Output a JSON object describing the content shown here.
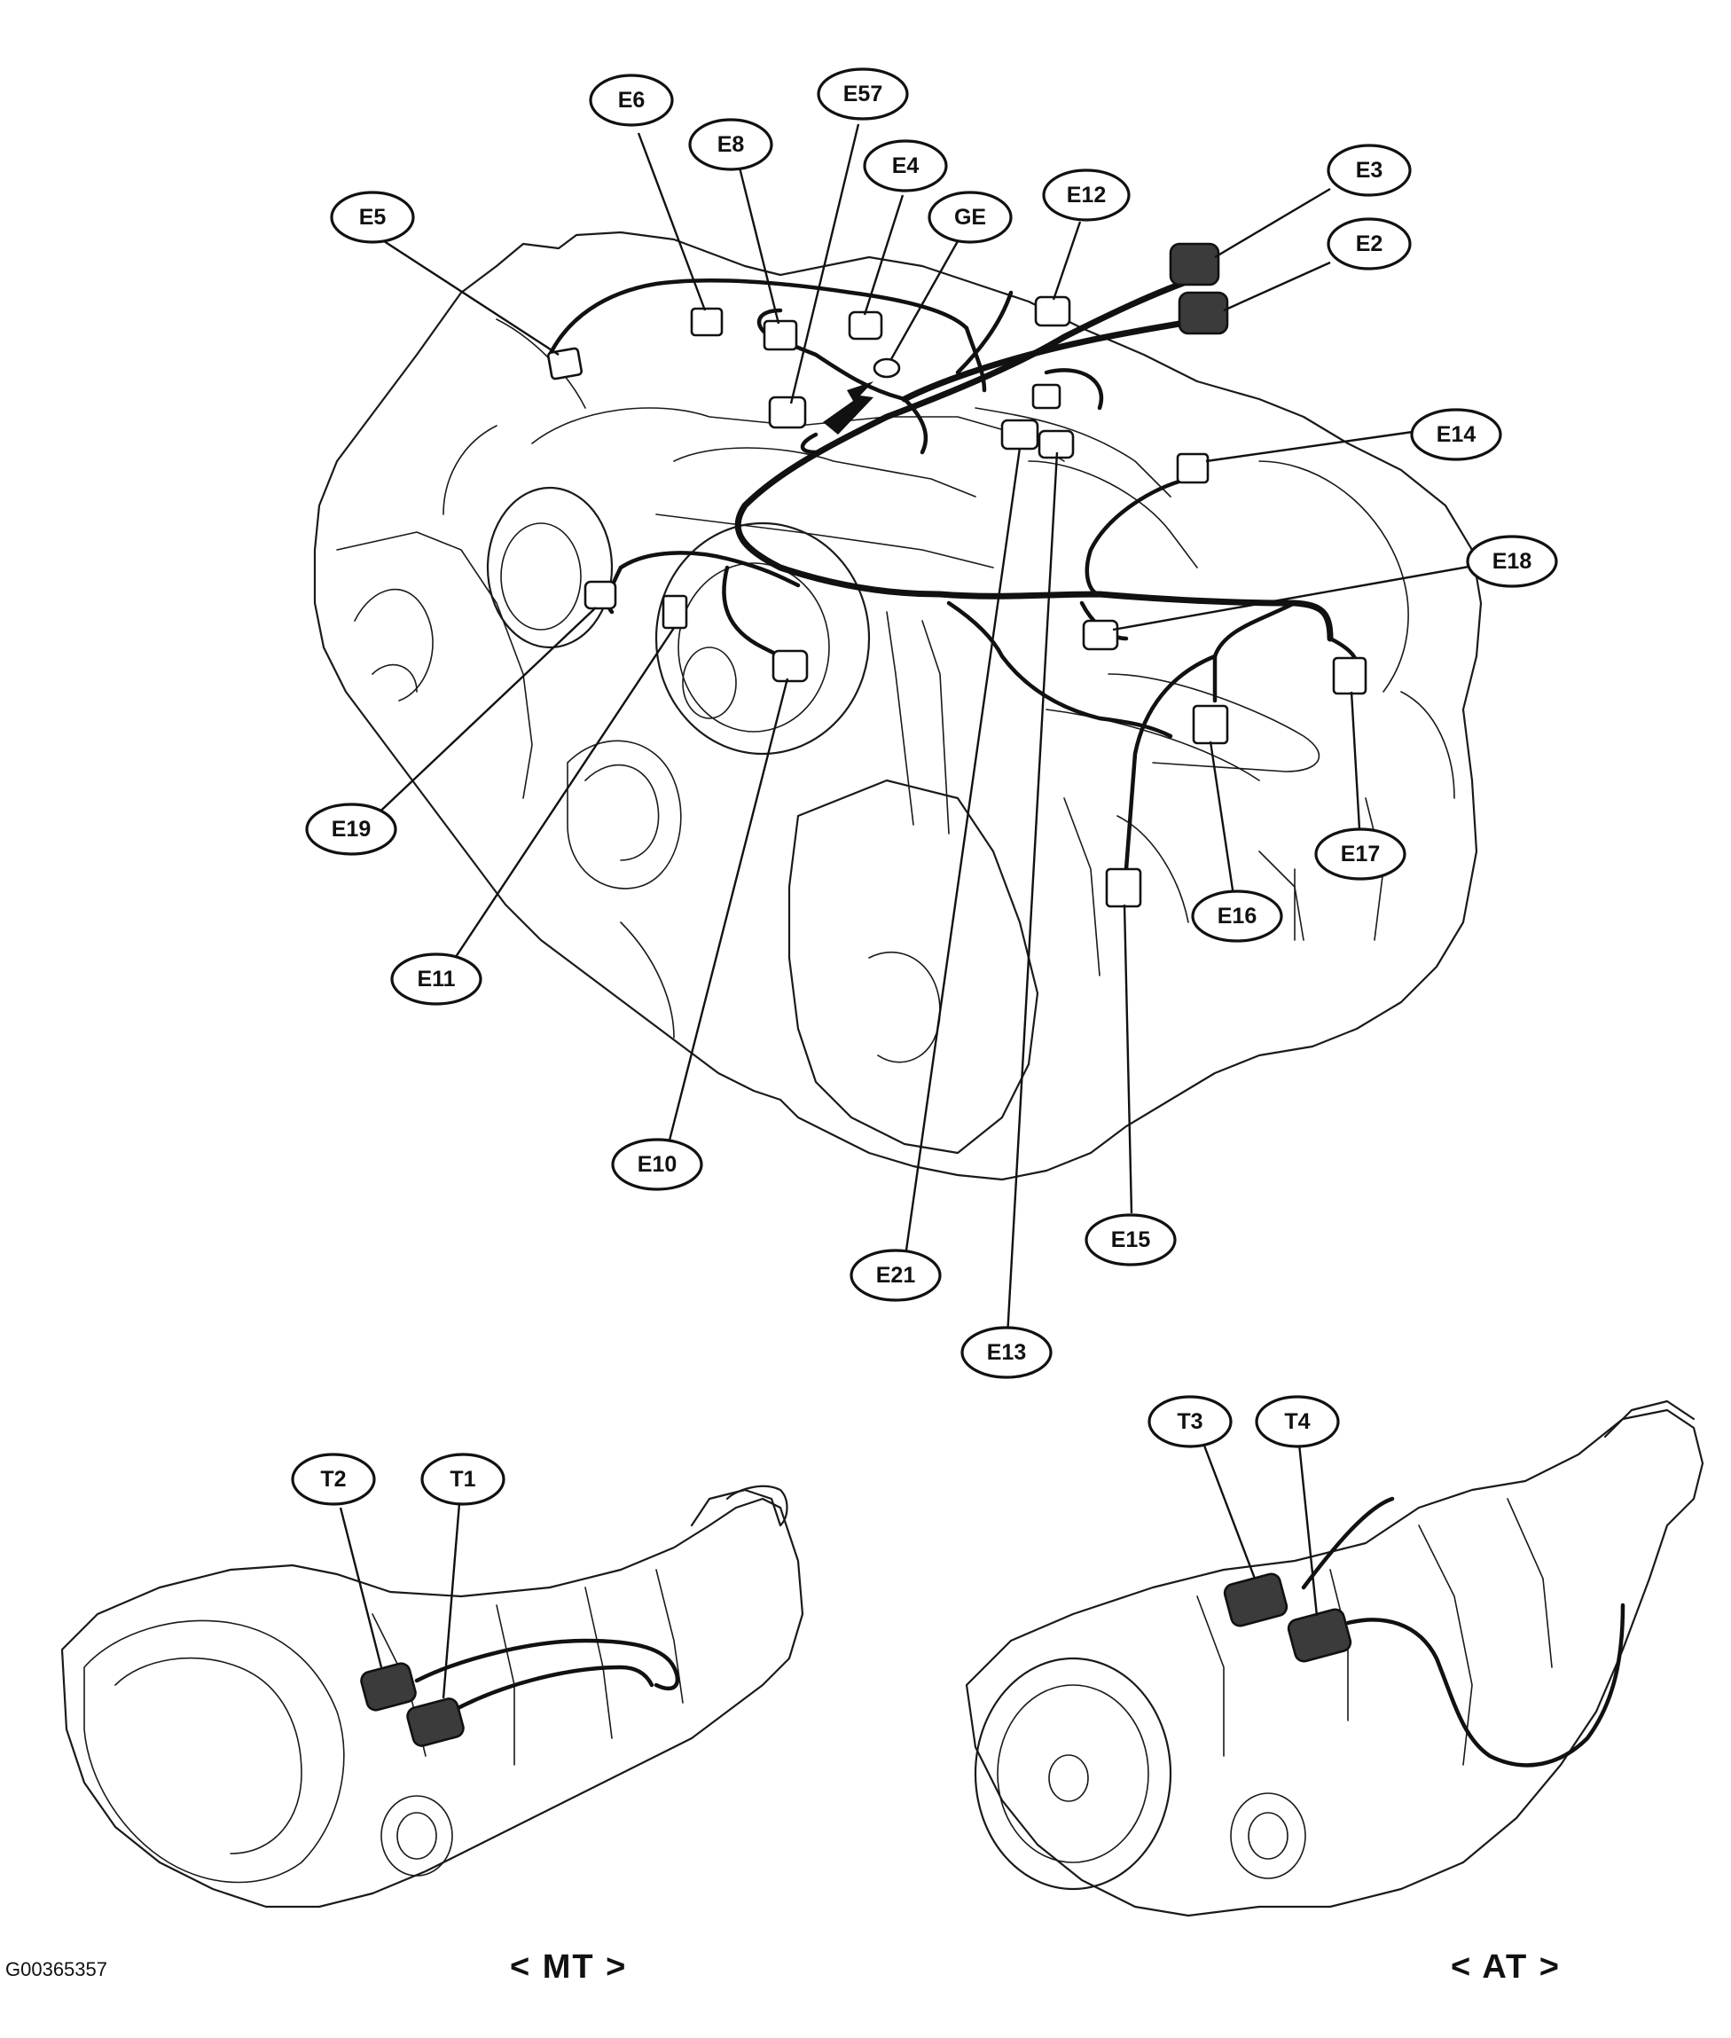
{
  "figure_code": "G00365357",
  "captions": {
    "manual": "< MT >",
    "automatic": "< AT >"
  },
  "callouts": {
    "E2": "E2",
    "E3": "E3",
    "E4": "E4",
    "E5": "E5",
    "E6": "E6",
    "E8": "E8",
    "E10": "E10",
    "E11": "E11",
    "E12": "E12",
    "E13": "E13",
    "E14": "E14",
    "E15": "E15",
    "E16": "E16",
    "E17": "E17",
    "E18": "E18",
    "E19": "E19",
    "E21": "E21",
    "E57": "E57",
    "GE": "GE",
    "T1": "T1",
    "T2": "T2",
    "T3": "T3",
    "T4": "T4"
  }
}
